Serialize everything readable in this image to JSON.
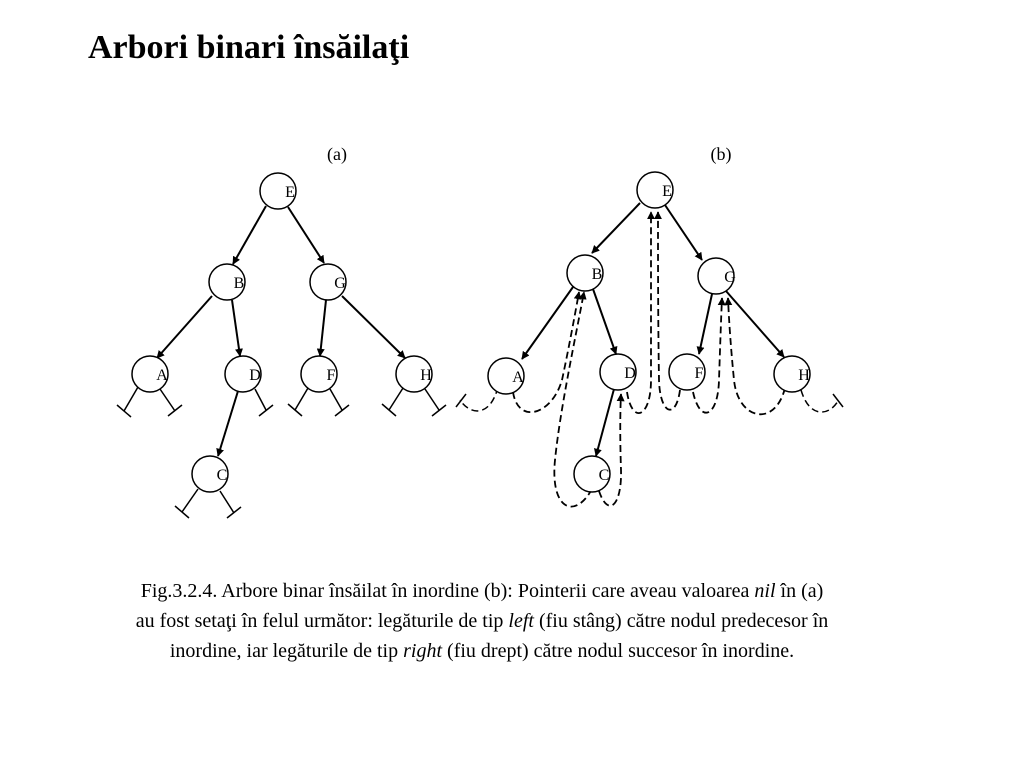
{
  "slide": {
    "title": "Arbori binari însăilaţi"
  },
  "panels": [
    {
      "label": "(a)",
      "nodes": [
        "E",
        "B",
        "G",
        "A",
        "D",
        "F",
        "H",
        "C"
      ],
      "edges": [
        [
          "E",
          "B"
        ],
        [
          "E",
          "G"
        ],
        [
          "B",
          "A"
        ],
        [
          "B",
          "D"
        ],
        [
          "G",
          "F"
        ],
        [
          "G",
          "H"
        ],
        [
          "D",
          "C"
        ]
      ],
      "nil_links": [
        "A.left",
        "A.right",
        "D.right",
        "F.left",
        "F.right",
        "H.left",
        "H.right",
        "C.left",
        "C.right"
      ]
    },
    {
      "label": "(b)",
      "nodes": [
        "E",
        "B",
        "G",
        "A",
        "D",
        "F",
        "H",
        "C"
      ],
      "edges": [
        [
          "E",
          "B"
        ],
        [
          "E",
          "G"
        ],
        [
          "B",
          "A"
        ],
        [
          "B",
          "D"
        ],
        [
          "G",
          "F"
        ],
        [
          "G",
          "H"
        ],
        [
          "D",
          "C"
        ]
      ],
      "threads": [
        [
          "A",
          "B"
        ],
        [
          "C",
          "B"
        ],
        [
          "C",
          "D"
        ],
        [
          "D",
          "E"
        ],
        [
          "F",
          "E"
        ],
        [
          "F",
          "G"
        ],
        [
          "H",
          "G"
        ]
      ],
      "nil_links": [
        "A.left",
        "H.right"
      ]
    }
  ],
  "caption": {
    "p1": "Fig.3.2.4. Arbore binar însăilat în inordine (b): Pointerii care aveau valoarea ",
    "nil": "nil",
    "p2": " în (a) au fost setaţi în felul următor: legăturile de tip ",
    "left": "left",
    "p3": " (fiu stâng) către nodul predecesor în inordine, iar legăturile de tip ",
    "right": "right",
    "p4": " (fiu drept) către nodul succesor în inordine."
  }
}
